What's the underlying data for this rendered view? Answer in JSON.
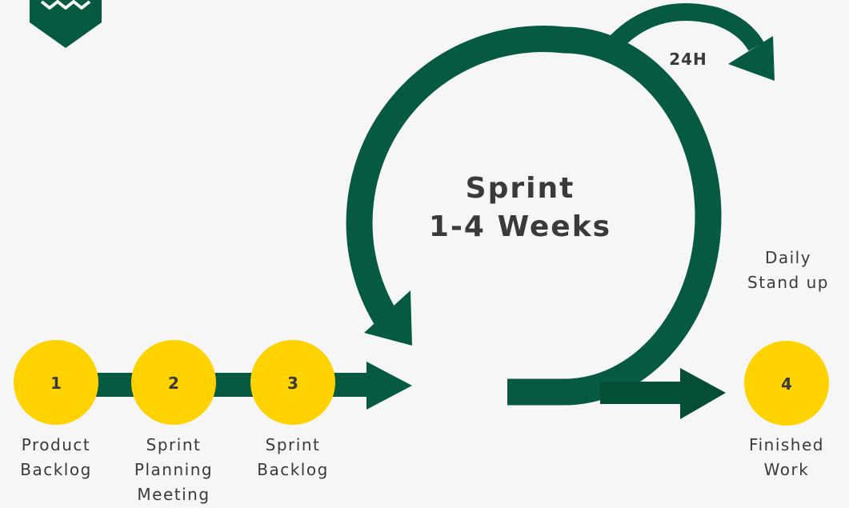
{
  "colors": {
    "background": "#f6f6f6",
    "arrow_green": "#065a42",
    "output_arrow_green": "#044d36",
    "node_yellow": "#ffd200",
    "text": "#3a3a3a"
  },
  "logo": {
    "icon": "shield-logo-icon"
  },
  "steps": [
    {
      "number": "1",
      "label_lines": [
        "Product",
        "Backlog"
      ]
    },
    {
      "number": "2",
      "label_lines": [
        "Sprint",
        "Planning",
        "Meeting"
      ]
    },
    {
      "number": "3",
      "label_lines": [
        "Sprint",
        "Backlog"
      ]
    },
    {
      "number": "4",
      "label_lines": [
        "Finished",
        "Work"
      ]
    }
  ],
  "sprint": {
    "title_line1": "Sprint",
    "title_line2": "1-4 Weeks"
  },
  "daily": {
    "cycle_label": "24H",
    "label_lines": [
      "Daily",
      "Stand up"
    ]
  }
}
